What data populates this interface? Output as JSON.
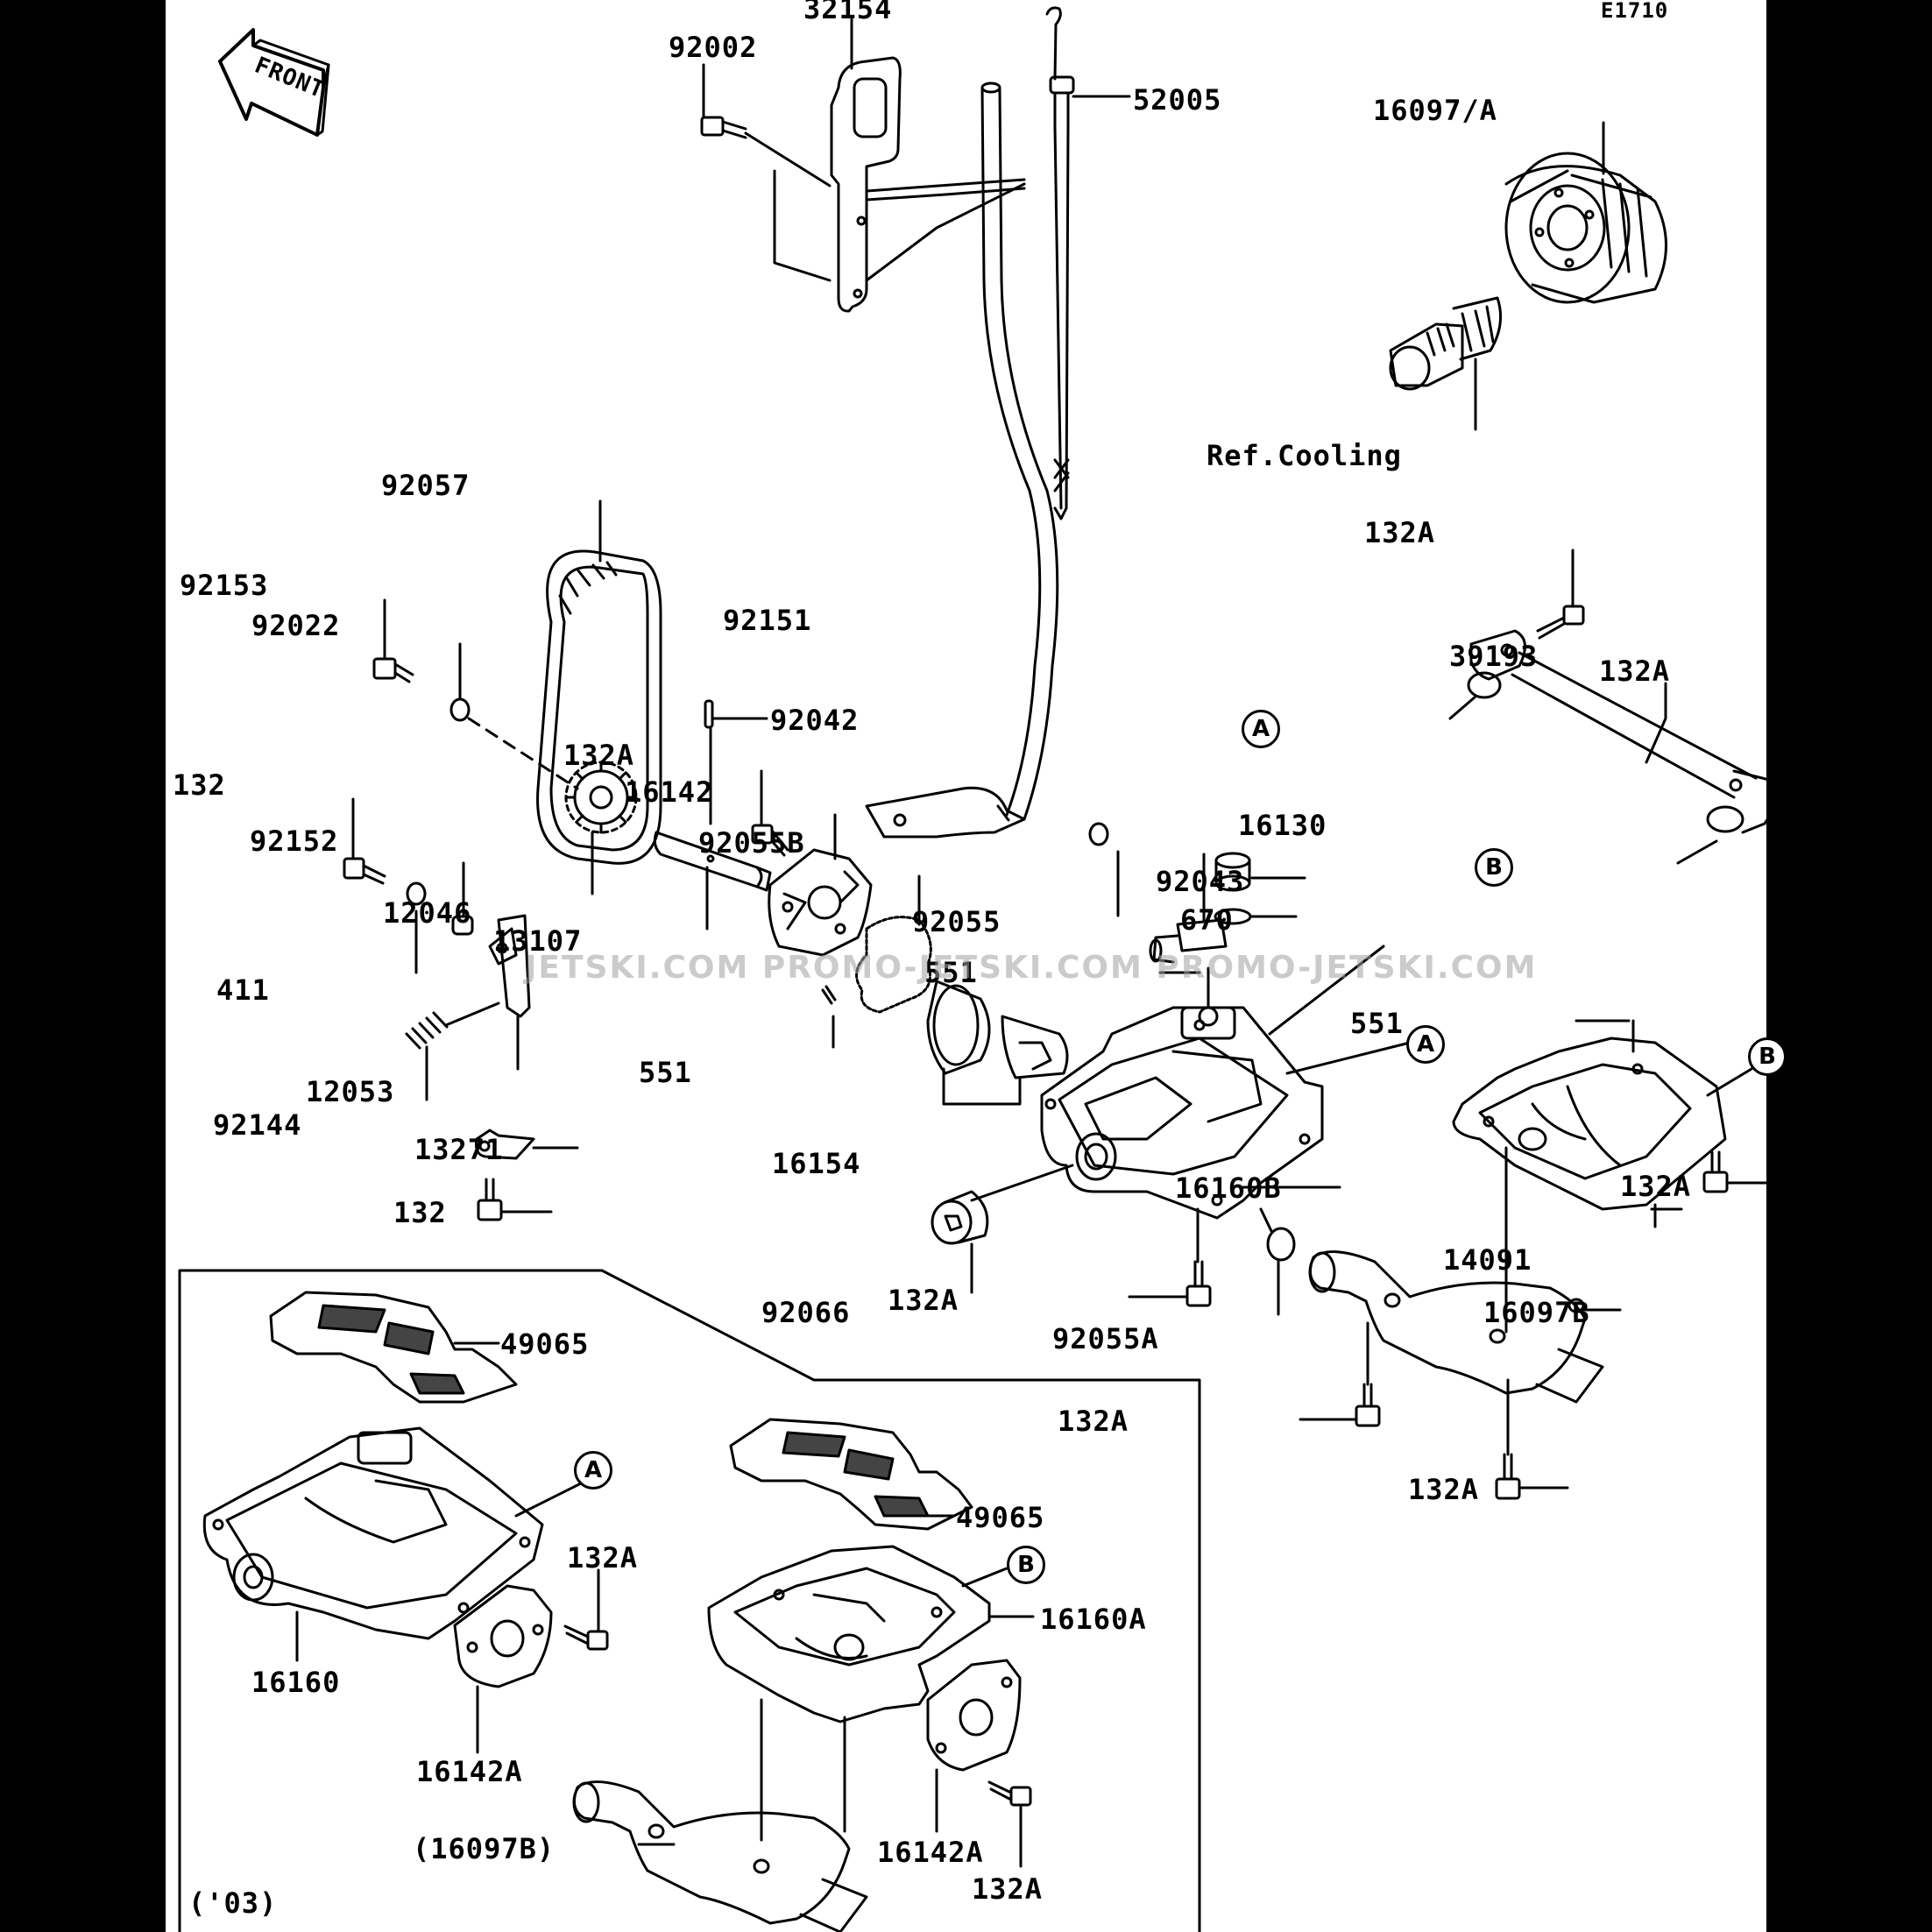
{
  "diagram": {
    "code": "E1710",
    "front_arrow": "FRONT",
    "ref_note": "Ref.Cooling",
    "inset_year": "('03)",
    "watermark": "JETSKI.COM PROMO-JETSKI.COM PROMO-JETSKI.COM",
    "labels": {
      "p32154": "32154",
      "p92002": "92002",
      "p52005": "52005",
      "p16097A": "16097/A",
      "p92057": "92057",
      "p92153": "92153",
      "p92022": "92022",
      "p92151": "92151",
      "p132A_top": "132A",
      "p39193": "39193",
      "p132A_right": "132A",
      "p92042": "92042",
      "p132A_pump": "132A",
      "p16142": "16142",
      "p132_a": "132",
      "p92055B": "92055B",
      "p16130": "16130",
      "p92152": "92152",
      "p12046": "12046",
      "p13107": "13107",
      "p92055": "92055",
      "p92043": "92043",
      "p670": "670",
      "p551_mid": "551",
      "p411": "411",
      "p551_right": "551",
      "p551_low": "551",
      "p12053": "12053",
      "p92144": "92144",
      "p16154": "16154",
      "p16160B": "16160B",
      "p132A_pan": "132A",
      "p13271": "13271",
      "p132_b": "132",
      "p14091": "14091",
      "p132A_low": "132A",
      "p92066": "92066",
      "p92055A": "92055A",
      "p16097B": "16097B",
      "p49065_a": "49065",
      "p132A_bot1": "132A",
      "p132A_bot2": "132A",
      "p49065_b": "49065",
      "p132A_inset": "132A",
      "p16160A": "16160A",
      "p16160": "16160",
      "p16142A_a": "16142A",
      "p16097B_paren": "(16097B)",
      "p16142A_b": "16142A",
      "p132A_inset2": "132A"
    },
    "callouts": {
      "A1": "A",
      "B1": "B",
      "A2": "A",
      "B2": "B",
      "A3": "A",
      "B3": "B"
    }
  }
}
